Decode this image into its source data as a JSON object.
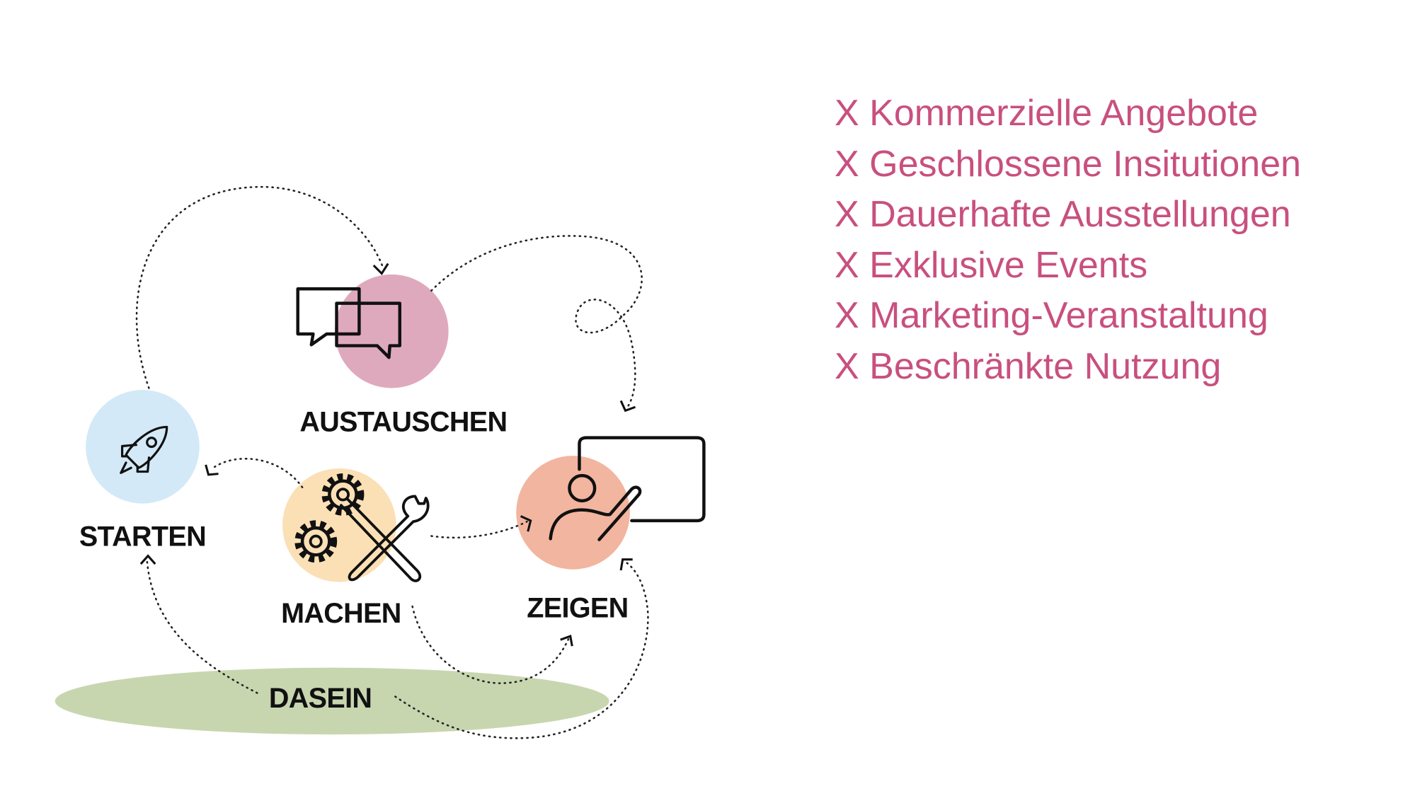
{
  "diagram": {
    "nodes": {
      "austauschen": "AUSTAUSCHEN",
      "starten": "STARTEN",
      "machen": "MACHEN",
      "zeigen": "ZEIGEN",
      "dasein": "DASEIN"
    },
    "colors": {
      "starten": "#d3e9f7",
      "austauschen": "#dfa9bd",
      "machen": "#fbe0b6",
      "zeigen": "#f2b59f",
      "dasein": "#c8d6b0",
      "list_text": "#c8507e"
    }
  },
  "exclusions": [
    "X Kommerzielle Angebote",
    "X Geschlossene Insitutionen",
    "X Dauerhafte Ausstellungen",
    "X Exklusive Events",
    "X Marketing-Veranstaltung",
    "X Beschränkte Nutzung"
  ]
}
